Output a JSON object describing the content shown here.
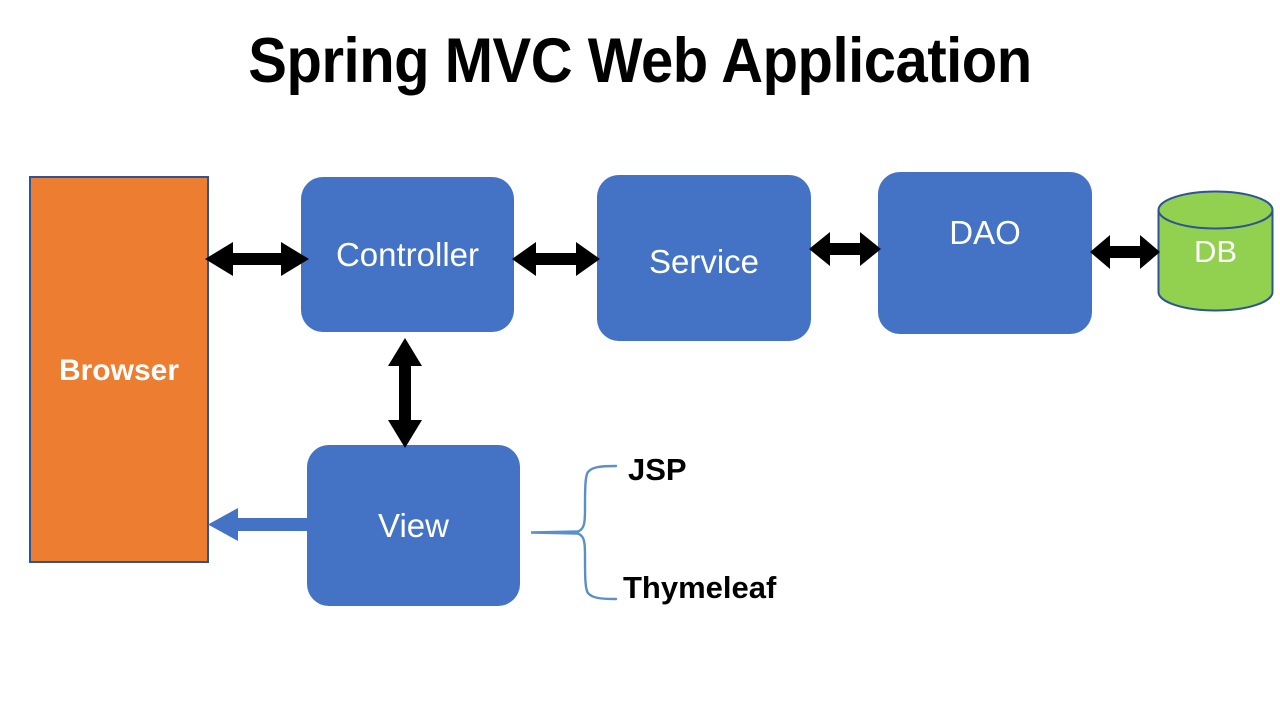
{
  "slide": {
    "title": "Spring MVC Web Application",
    "background_color": "#FFFFFF"
  },
  "colors": {
    "blue_fill": "#4472C4",
    "orange_fill": "#ED7D31",
    "green_fill": "#92D050",
    "box_outline": "#2E5496",
    "brace_stroke": "#5B8FC9",
    "arrow_black": "#000000",
    "arrow_blue": "#4472C4",
    "text_on_fill": "#FFFFFF",
    "text_black": "#000000"
  },
  "nodes": {
    "browser": {
      "label": "Browser",
      "shape": "rectangle",
      "fill": "#ED7D31"
    },
    "controller": {
      "label": "Controller",
      "shape": "rounded-rectangle",
      "fill": "#4472C4"
    },
    "service": {
      "label": "Service",
      "shape": "rounded-rectangle",
      "fill": "#4472C4"
    },
    "dao": {
      "label": "DAO",
      "shape": "rounded-rectangle",
      "fill": "#4472C4"
    },
    "database": {
      "label": "DB",
      "shape": "cylinder",
      "fill": "#92D050"
    },
    "view": {
      "label": "View",
      "shape": "rounded-rectangle",
      "fill": "#4472C4"
    }
  },
  "view_technologies": {
    "items": [
      {
        "label": "JSP"
      },
      {
        "label": "Thymeleaf"
      }
    ]
  },
  "connections": [
    {
      "name": "browser-controller",
      "from": "browser",
      "to": "controller",
      "style": "double-arrow",
      "color": "#000000",
      "orientation": "horizontal"
    },
    {
      "name": "controller-service",
      "from": "controller",
      "to": "service",
      "style": "double-arrow",
      "color": "#000000",
      "orientation": "horizontal"
    },
    {
      "name": "service-dao",
      "from": "service",
      "to": "dao",
      "style": "double-arrow",
      "color": "#000000",
      "orientation": "horizontal"
    },
    {
      "name": "dao-database",
      "from": "dao",
      "to": "database",
      "style": "double-arrow",
      "color": "#000000",
      "orientation": "horizontal"
    },
    {
      "name": "controller-view",
      "from": "controller",
      "to": "view",
      "style": "double-arrow",
      "color": "#000000",
      "orientation": "vertical"
    },
    {
      "name": "view-browser",
      "from": "view",
      "to": "browser",
      "style": "single-arrow",
      "color": "#4472C4",
      "orientation": "horizontal"
    }
  ]
}
